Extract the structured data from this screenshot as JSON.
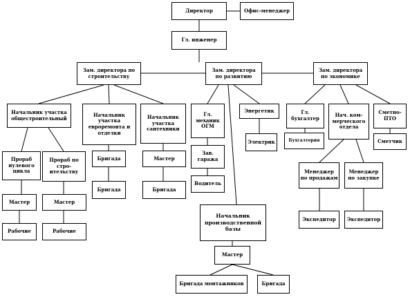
{
  "org_chart": {
    "director": "Директор",
    "office_manager": "Офис-менеджер",
    "chief_engineer": "Гл. инженер",
    "deputy_construction": "Зам. директора по\nстроительству",
    "deputy_development": "Зам. директора\nпо развитию",
    "deputy_economics": "Зам. директора\nпо экономике",
    "head_general_construction": "Начальник участка\nобщестроительный",
    "head_euro_repair": "Начальник\nучастка\nевроремонта и\nотделки",
    "head_sanitary": "Начальник\nучастка\nсантехники",
    "chief_mechanic": "Гл.\nмеханик\nОГМ",
    "power_engineer": "Энергетик",
    "chief_accountant": "Гл.\nбухгалтер",
    "head_commercial": "Нач. ком-\nмерческого\nотдела",
    "estimate_pto": "Сметно-\nПТО",
    "foreman_zero": "Прораб\nнулевого\nцикла",
    "foreman_structures": "Прораб по\nстро-\nительству",
    "master_1": "Мастер",
    "master_2": "Мастер",
    "workers_1": "Рабочие",
    "workers_2": "Рабочие",
    "brigade_euro_1": "Бригада",
    "brigade_euro_2": "Бригада",
    "master_sanitary": "Мастер",
    "brigade_sanitary": "Бригада",
    "garage_head": "Зав.\nгаража",
    "drivers": "Водитель",
    "electrician": "Электрик",
    "accounting": "Бухгалтерия",
    "manager_sales": "Менеджер\nпо продажам",
    "manager_procurement": "Менеджер\nпо закупке",
    "estimator": "Сметчик",
    "forwarder_1": "Экспедитор",
    "forwarder_2": "Экспедитор",
    "head_production_base": "Начальник\nпроизводственной\nбазы",
    "master_base": "Мастер",
    "brigade_installers": "Бригада монтажников",
    "brigade_base": "Бригада"
  }
}
